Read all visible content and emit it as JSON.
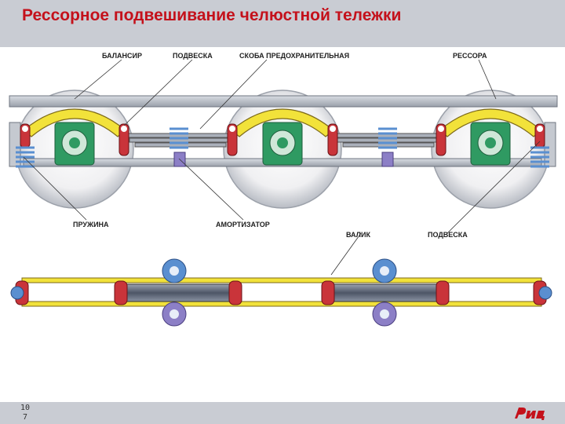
{
  "title": "Рессорное подвешивание челюстной тележки",
  "page_number": [
    "10",
    "7"
  ],
  "labels": {
    "balancer": "БАЛАНСИР",
    "hanger_top": "ПОДВЕСКА",
    "safety_bracket": "СКОБА ПРЕДОХРАНИТЕЛЬНАЯ",
    "leaf_spring": "РЕССОРА",
    "coil_spring": "ПРУЖИНА",
    "shock_absorber": "АМОРТИЗАТОР",
    "pin": "ВАЛИК",
    "hanger_bottom": "ПОДВЕСКА"
  },
  "logo": "РЖД",
  "colors": {
    "title": "#c4111b",
    "header_bg": "#c9ccd3",
    "leaf_spring": "#f2e23a",
    "axle_box": "#2f9a62",
    "spring_blue": "#5a8fd0",
    "hanger_red": "#c9343a",
    "logo": "#c4111b"
  }
}
